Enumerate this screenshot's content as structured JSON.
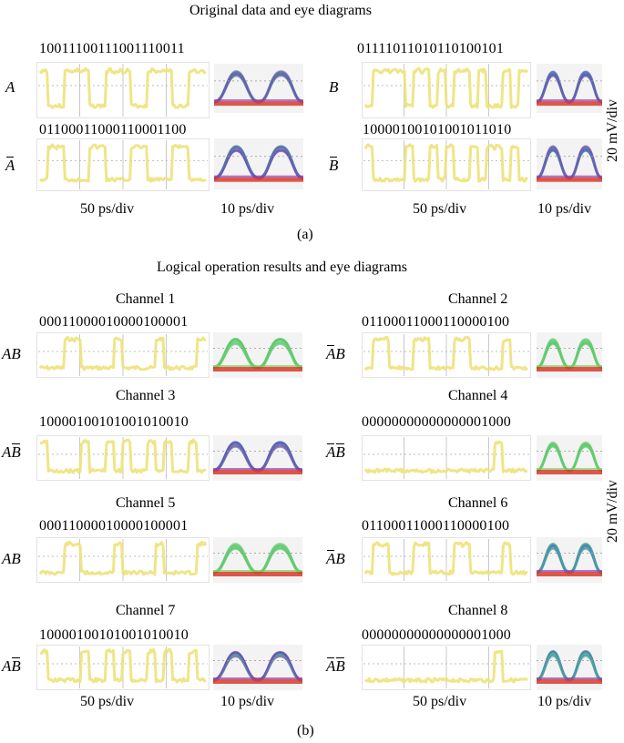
{
  "section_a": {
    "title": "Original data and eye diagrams",
    "panel_label": "(a)",
    "inputs": [
      {
        "label": "A",
        "bits": "10011100111001110011"
      },
      {
        "label": "B",
        "bits": "01111011010110100101"
      },
      {
        "label": "Ā",
        "bits": "01100011000110001100"
      },
      {
        "label": "B̄",
        "bits": "10000100101001011010"
      }
    ],
    "x_scale_wave": "50 ps/div",
    "x_scale_eye": "10 ps/div",
    "y_scale": "20 mV/div"
  },
  "section_b": {
    "title": "Logical operation results and eye diagrams",
    "panel_label": "(b)",
    "channels": [
      {
        "name": "Channel 1",
        "label": "AB",
        "bits": "00011000010000100001"
      },
      {
        "name": "Channel 2",
        "label": "ĀB",
        "bits": "01100011000110000100"
      },
      {
        "name": "Channel 3",
        "label": "AB̄",
        "bits": "10000100101001010010"
      },
      {
        "name": "Channel 4",
        "label": "ĀB̄",
        "bits": "00000000000000001000"
      },
      {
        "name": "Channel 5",
        "label": "AB",
        "bits": "00011000010000100001"
      },
      {
        "name": "Channel 6",
        "label": "ĀB",
        "bits": "01100011000110000100"
      },
      {
        "name": "Channel 7",
        "label": "AB̄",
        "bits": "10000100101001010010"
      },
      {
        "name": "Channel 8",
        "label": "ĀB̄",
        "bits": "00000000000000001000"
      }
    ],
    "x_scale_wave": "50 ps/div",
    "x_scale_eye": "10 ps/div",
    "y_scale": "20 mV/div"
  },
  "colors": {
    "waveform": "#ede27a",
    "grid": "#c8c8c8",
    "eye_green": "#5cc96a",
    "eye_blue": "#3a4fd0",
    "eye_purple": "#8a3cc0",
    "eye_red": "#d83a2a"
  }
}
